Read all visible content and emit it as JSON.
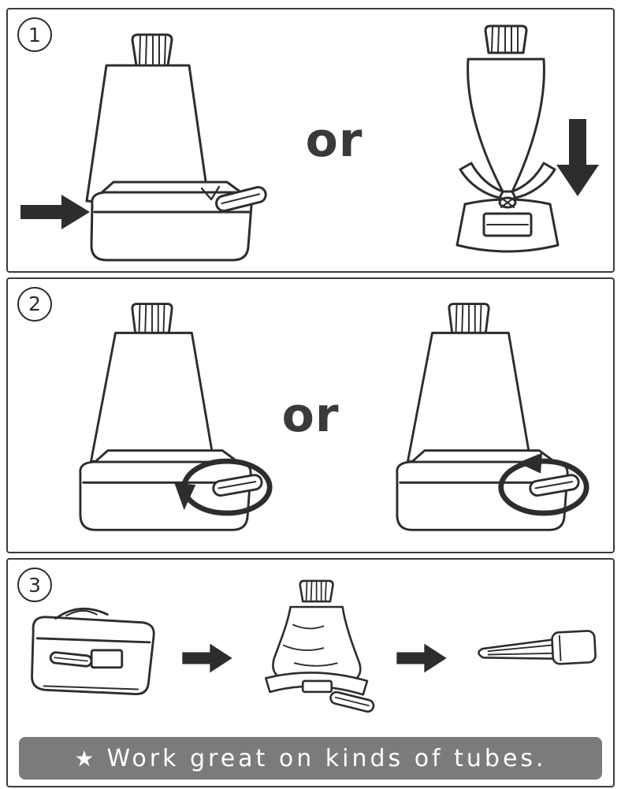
{
  "page": {
    "background": "#ffffff",
    "ink": "#2d2d2d"
  },
  "steps": [
    {
      "number": "1",
      "connector": "or"
    },
    {
      "number": "2",
      "connector": "or"
    },
    {
      "number": "3",
      "connector": ""
    }
  ],
  "illustrations": {
    "step1_left": "tube end inserted sideways into rolling squeezer",
    "step1_right": "tube pushed straight down into squeezer clamp",
    "step2_left": "turn squeezer key to roll tube",
    "step2_right": "turn squeezer key alternate direction",
    "step3_left": "squeezer with tube rolled inside",
    "step3_middle": "nearly empty crumpled tube on squeezer plate",
    "step3_right": "fully flattened rolled-out tube"
  },
  "footer": {
    "star": "★",
    "text": "Work great on kinds of tubes.",
    "background": "#7b7b7b",
    "color": "#ffffff"
  }
}
